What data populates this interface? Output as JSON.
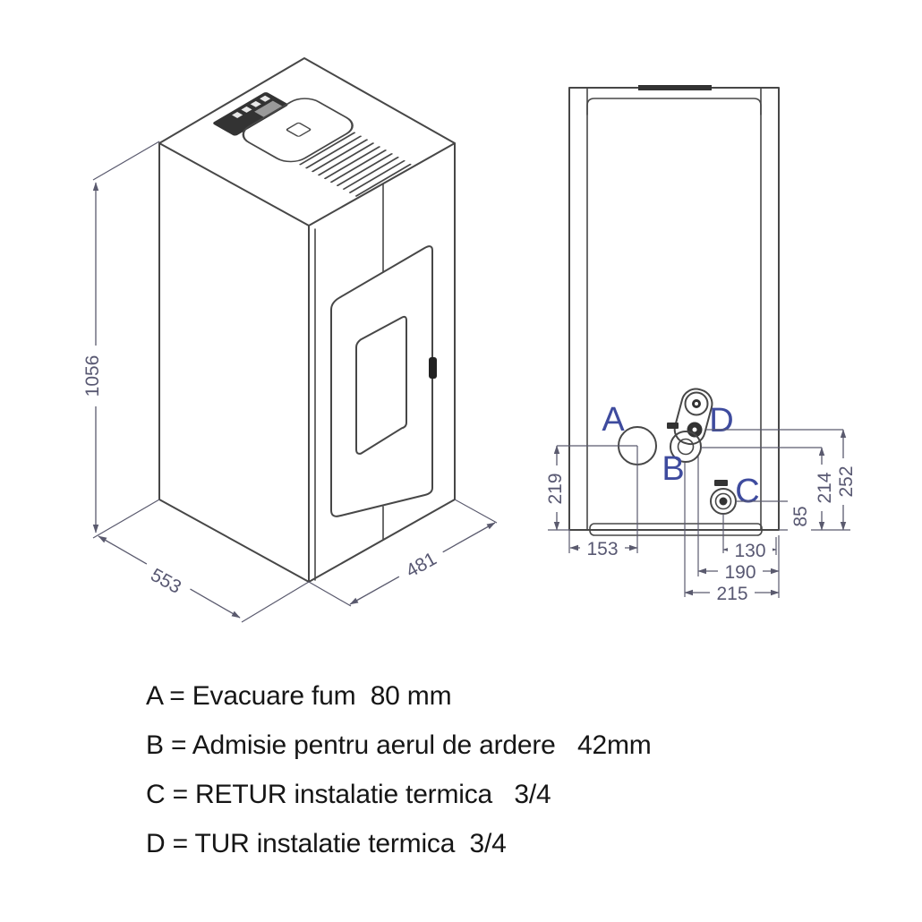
{
  "iso": {
    "dim_height": "1056",
    "dim_depth": "553",
    "dim_width": "481"
  },
  "rear": {
    "labels": {
      "a": "A",
      "b": "B",
      "c": "C",
      "d": "D"
    },
    "dims": {
      "h219": "219",
      "w153": "153",
      "w130": "130",
      "w190": "190",
      "w215": "215",
      "h85": "85",
      "h214": "214",
      "h252": "252"
    }
  },
  "legend": {
    "items": [
      {
        "text": "A = Evacuare fum  80 mm"
      },
      {
        "text": "B = Admisie pentru aerul de ardere   42mm"
      },
      {
        "text": "C = RETUR instalatie termica   3/4"
      },
      {
        "text": "D = TUR instalatie termica  3/4"
      }
    ]
  },
  "colors": {
    "line": "#474747",
    "dim": "#585872",
    "label": "#3e4b9e",
    "text": "#161616",
    "background": "#ffffff"
  }
}
